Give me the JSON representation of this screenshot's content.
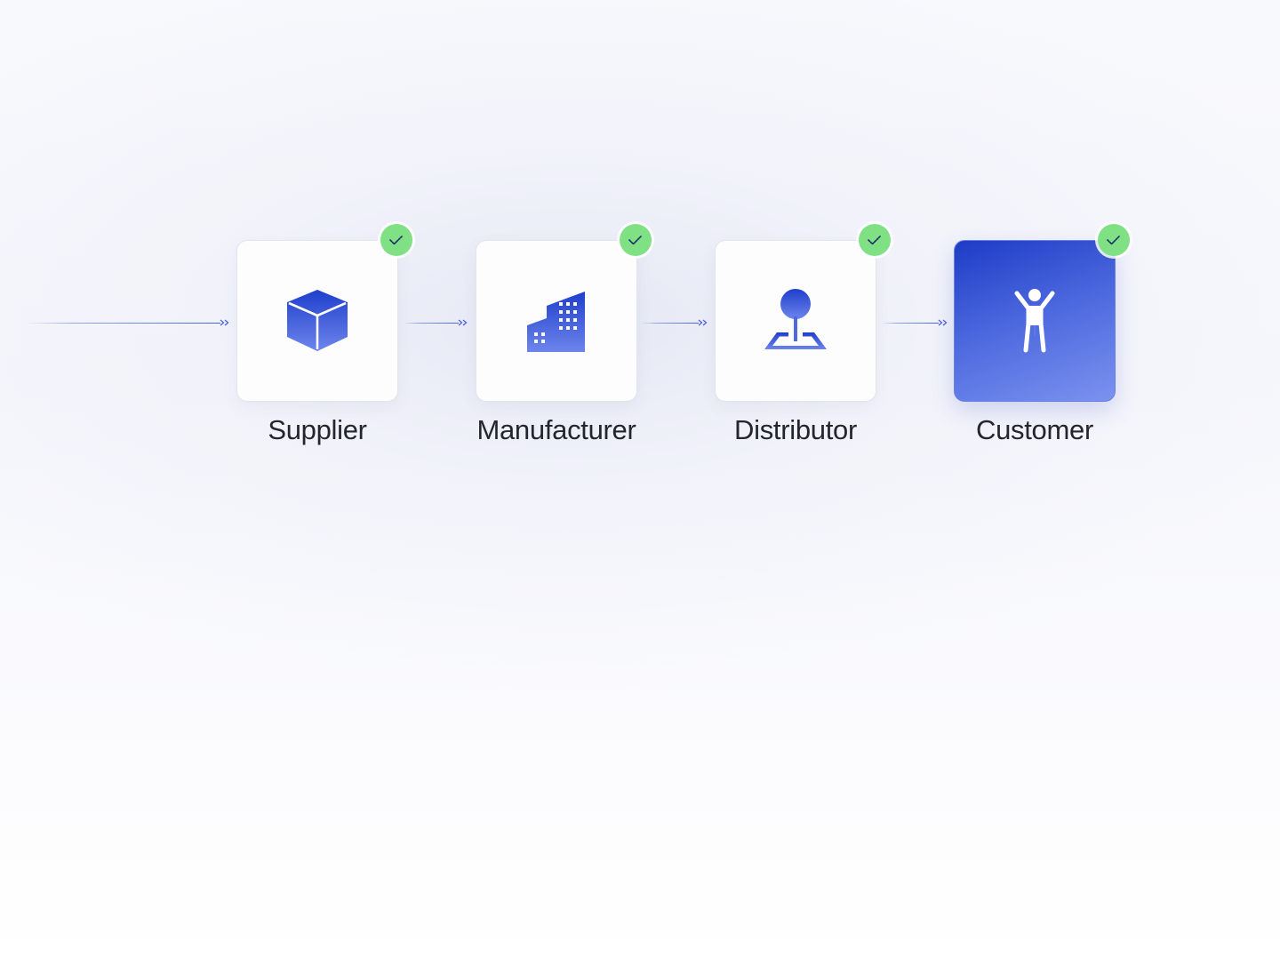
{
  "flow": {
    "steps": [
      {
        "label": "Supplier",
        "icon": "box-icon",
        "status": "complete",
        "active": false
      },
      {
        "label": "Manufacturer",
        "icon": "building-icon",
        "status": "complete",
        "active": false
      },
      {
        "label": "Distributor",
        "icon": "map-pin-icon",
        "status": "complete",
        "active": false
      },
      {
        "label": "Customer",
        "icon": "person-icon",
        "status": "complete",
        "active": true
      }
    ]
  },
  "colors": {
    "accent": "#3f5ad8",
    "badge": "#7fe084",
    "check": "#1b2b6b"
  }
}
